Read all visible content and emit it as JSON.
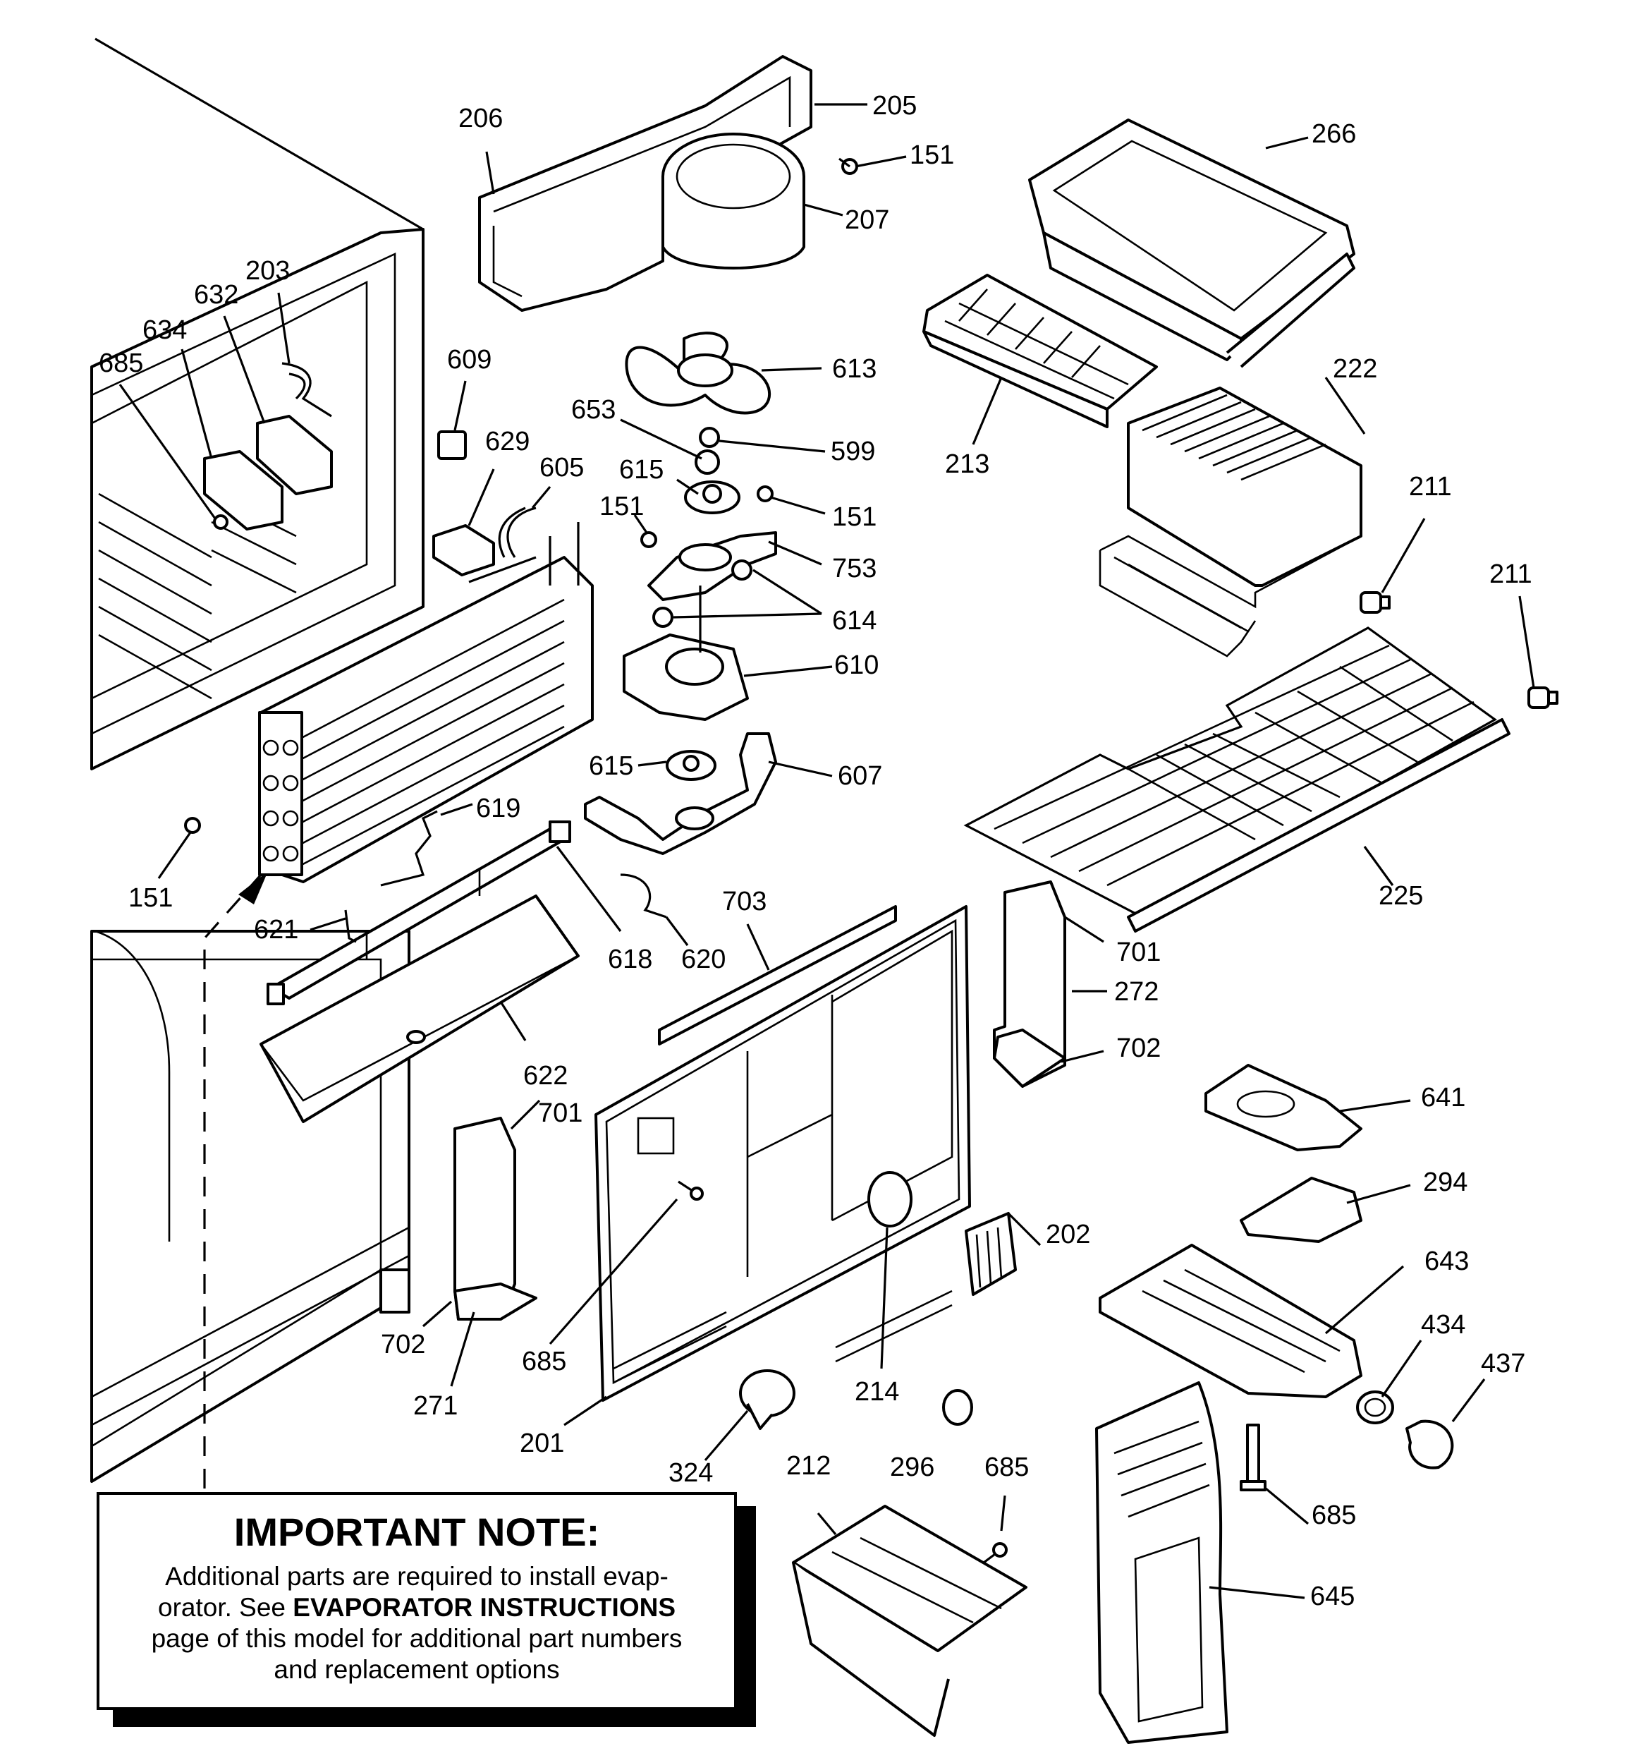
{
  "labels": {
    "l206": "206",
    "l205": "205",
    "l151a": "151",
    "l207": "207",
    "l266": "266",
    "l203": "203",
    "l632": "632",
    "l634": "634",
    "l685a": "685",
    "l609": "609",
    "l613": "613",
    "l629": "629",
    "l605": "605",
    "l653": "653",
    "l599": "599",
    "l615a": "615",
    "l151b": "151",
    "l151c": "151",
    "l213": "213",
    "l222": "222",
    "l211a": "211",
    "l211b": "211",
    "l753": "753",
    "l614": "614",
    "l610": "610",
    "l615b": "615",
    "l607": "607",
    "l619": "619",
    "l151d": "151",
    "l621": "621",
    "l618": "618",
    "l620": "620",
    "l703": "703",
    "l225": "225",
    "l701a": "701",
    "l272": "272",
    "l702a": "702",
    "l622": "622",
    "l641": "641",
    "l701b": "701",
    "l294": "294",
    "l202": "202",
    "l643": "643",
    "l434": "434",
    "l437": "437",
    "l702b": "702",
    "l685b": "685",
    "l214": "214",
    "l271": "271",
    "l201": "201",
    "l324": "324",
    "l296": "296",
    "l685c": "685",
    "l685d": "685",
    "l212": "212",
    "l645": "645"
  },
  "note": {
    "title": "IMPORTANT NOTE:",
    "line1": "Additional parts are required to install evap-",
    "line2_pre": "orator.  See ",
    "line2_bold": "EVAPORATOR INSTRUCTIONS",
    "line3": "page of this model for additional part numbers",
    "line4": "and replacement options"
  }
}
